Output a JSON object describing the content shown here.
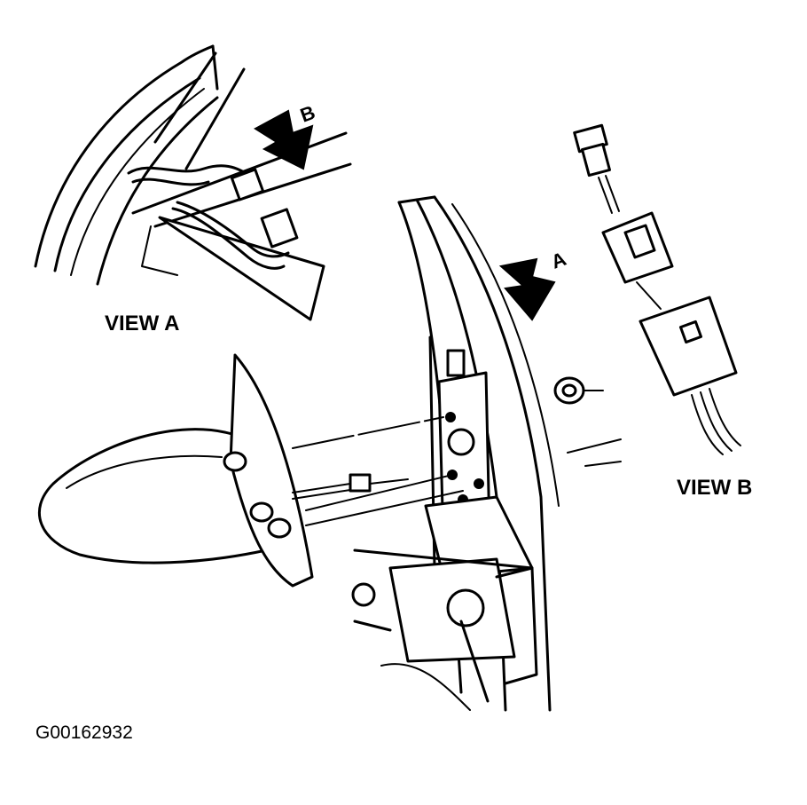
{
  "labels": {
    "view_a": "VIEW  A",
    "view_b": "VIEW B",
    "arrow_a": "A",
    "arrow_b": "B",
    "figure_id": "G00162932"
  }
}
